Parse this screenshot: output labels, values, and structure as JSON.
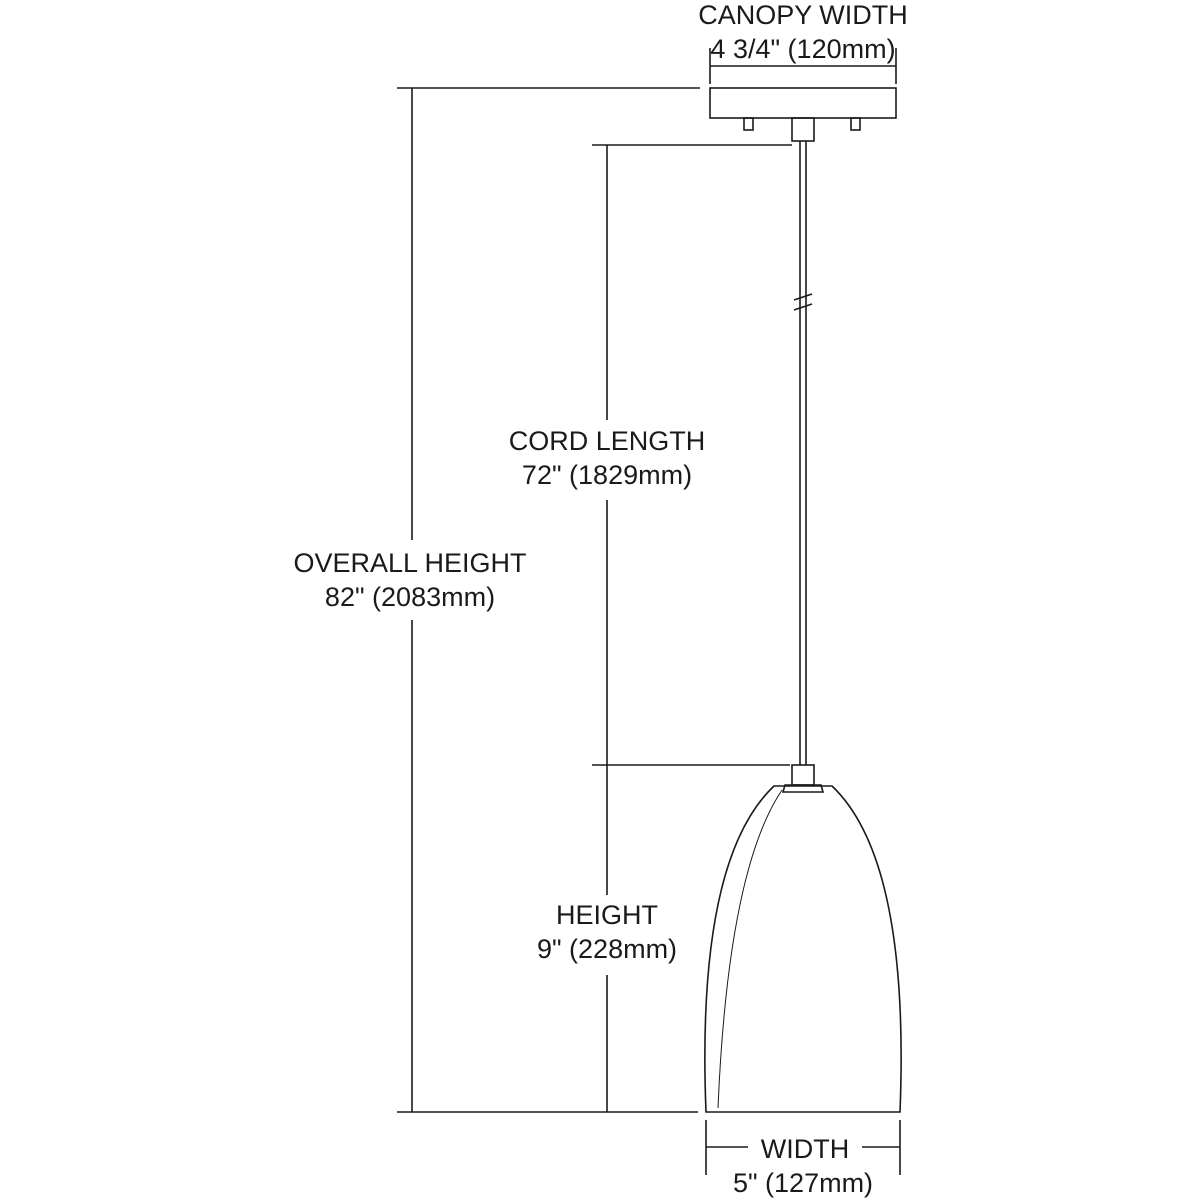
{
  "labels": {
    "canopy_width": {
      "title": "CANOPY WIDTH",
      "value": "4 3/4\" (120mm)"
    },
    "cord_length": {
      "title": "CORD LENGTH",
      "value": "72\" (1829mm)"
    },
    "overall_height": {
      "title": "OVERALL HEIGHT",
      "value": "82\" (2083mm)"
    },
    "height": {
      "title": "HEIGHT",
      "value": "9\" (228mm)"
    },
    "width": {
      "title": "WIDTH",
      "value": "5\" (127mm)"
    }
  },
  "colors": {
    "line": "#1a1a1a",
    "background": "#ffffff"
  }
}
